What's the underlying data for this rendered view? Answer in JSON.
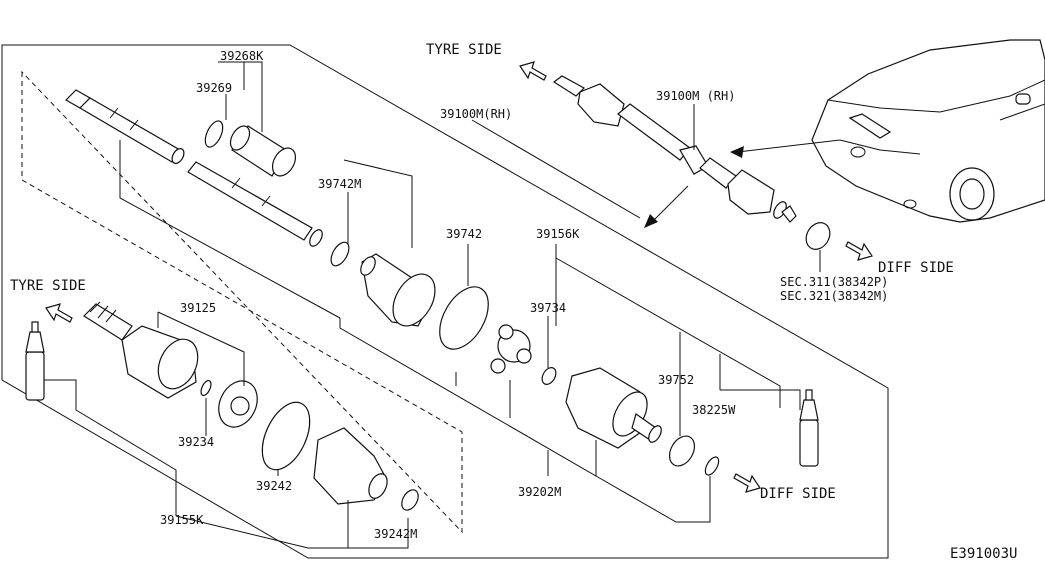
{
  "diagram": {
    "direction_labels": {
      "tyre_side_top": "TYRE SIDE",
      "tyre_side_left": "TYRE SIDE",
      "diff_side_right": "DIFF SIDE",
      "diff_side_bottom": "DIFF SIDE"
    },
    "part_numbers": {
      "p39268K": "39268K",
      "p39269": "39269",
      "p39100M_RH_main": "39100M(RH)",
      "p39100M_RH_top": "39100M (RH)",
      "p39742M": "39742M",
      "p39742": "39742",
      "p39156K": "39156K",
      "p39734": "39734",
      "p39125": "39125",
      "p39234": "39234",
      "p39155K": "39155K",
      "p39242": "39242",
      "p39242M": "39242M",
      "p39202M": "39202M",
      "p39752": "39752",
      "p38225W": "38225W",
      "sec311": "SEC.311(38342P)",
      "sec321": "SEC.321(38342M)"
    },
    "figure_code": "E391003U"
  }
}
